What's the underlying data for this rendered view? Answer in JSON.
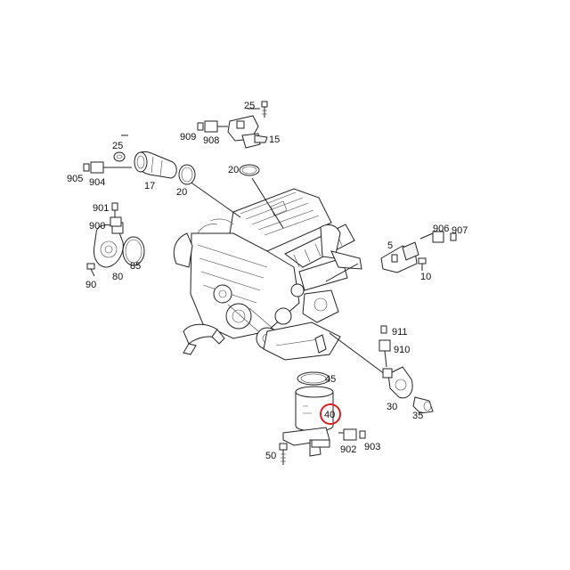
{
  "diagram": {
    "highlighted_part": "40",
    "highlight_color": "#d42020",
    "line_color": "#222222",
    "callouts": {
      "c25a": "25",
      "c909": "909",
      "c908": "908",
      "c15": "15",
      "c20a": "20",
      "c25b": "25",
      "c905": "905",
      "c904": "904",
      "c17": "17",
      "c20b": "20",
      "c901": "901",
      "c900": "900",
      "c85": "85",
      "c80": "80",
      "c90": "90",
      "c5": "5",
      "c906": "906",
      "c907": "907",
      "c10": "10",
      "c911": "911",
      "c910": "910",
      "c30": "30",
      "c35": "35",
      "c45": "45",
      "c40": "40",
      "c50": "50",
      "c902": "902",
      "c903": "903"
    }
  }
}
